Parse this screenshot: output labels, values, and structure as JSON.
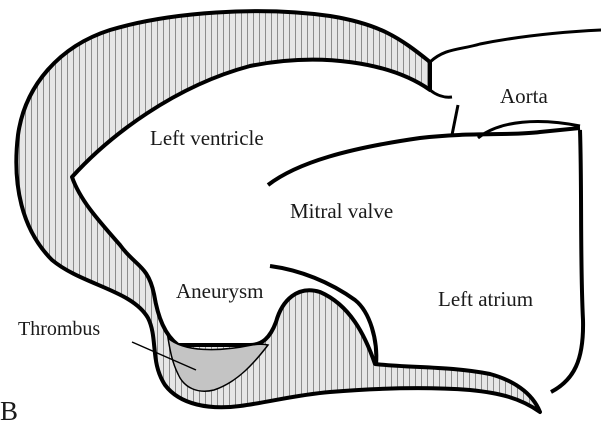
{
  "labels": {
    "left_ventricle": "Left ventricle",
    "aorta": "Aorta",
    "mitral_valve": "Mitral valve",
    "left_atrium": "Left atrium",
    "aneurysm": "Aneurysm",
    "thrombus": "Thrombus",
    "panel_letter": "B"
  },
  "colors": {
    "outline": "#000000",
    "wall_fill": "#e6e6e6",
    "wall_hatch": "#8c8c8c",
    "thrombus_fill": "#c4c4c4",
    "background": "#ffffff"
  }
}
